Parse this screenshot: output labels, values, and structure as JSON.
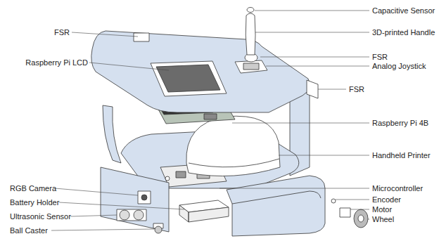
{
  "diagram": {
    "labels": [
      "Capacitive Sensor",
      "FSR",
      "3D-printed Handle",
      "FSR",
      "Raspberry Pi LCD",
      "Analog Joystick",
      "FSR",
      "Raspberry Pi 4B",
      "Handheld Printer",
      "RGB Camera",
      "Microcontroller",
      "Encoder",
      "Battery Holder",
      "Motor",
      "Ultrasonic Sensor",
      "Wheel",
      "Ball Caster"
    ]
  }
}
